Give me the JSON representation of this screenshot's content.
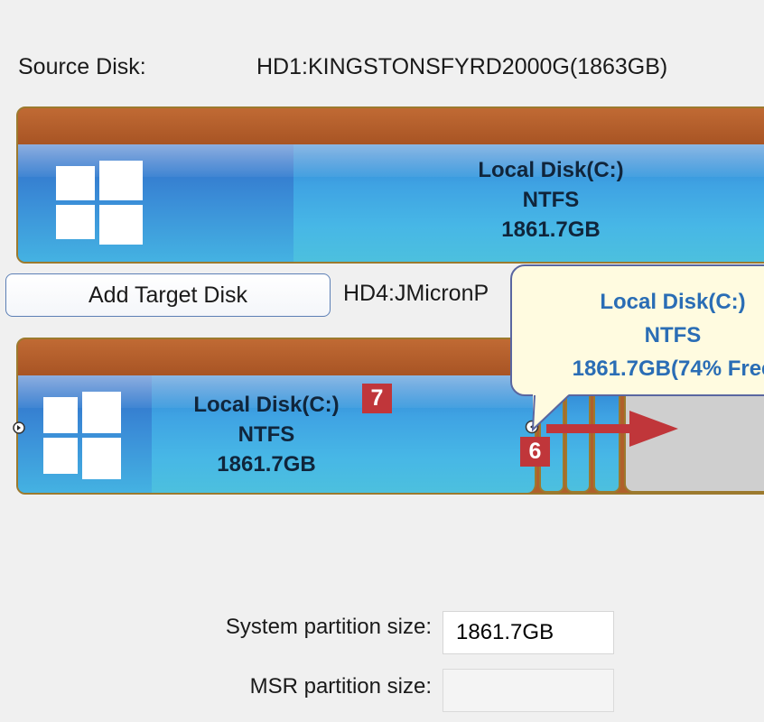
{
  "source": {
    "label": "Source Disk:",
    "value": "HD1:KINGSTONSFYRD2000G(1863GB)"
  },
  "source_partition": {
    "name": "Local Disk(C:)",
    "fs": "NTFS",
    "size": "1861.7GB"
  },
  "target": {
    "button_label": "Add Target Disk",
    "value": "HD4:JMicronP"
  },
  "target_partition": {
    "name": "Local Disk(C:)",
    "fs": "NTFS",
    "size": "1861.7GB"
  },
  "tooltip": {
    "name": "Local Disk(C:)",
    "fs": "NTFS",
    "size": "1861.7GB(74% Free"
  },
  "annotations": {
    "badge_7": "7",
    "badge_6": "6",
    "arrow_color": "#c0363a"
  },
  "fields": {
    "system_label": "System partition size:",
    "system_value": "1861.7GB",
    "msr_label": "MSR partition size:",
    "msr_value": ""
  },
  "colors": {
    "partition_blue": "#3fa3e3",
    "disk_header": "#b0602b",
    "tooltip_bg": "#fffbe0"
  },
  "icons": [
    "windows-logo-icon",
    "resize-handle-icon",
    "arrow-right-icon"
  ]
}
